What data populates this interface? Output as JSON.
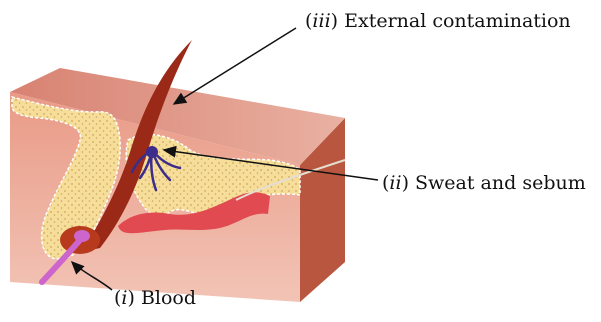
{
  "labels": {
    "external": {
      "numeral": "iii",
      "text": "External contamination"
    },
    "sweat": {
      "numeral": "ii",
      "text": "Sweat and sebum"
    },
    "blood": {
      "numeral": "i",
      "text": "Blood"
    }
  },
  "colors": {
    "skin_top": "#d9897a",
    "skin_front": "#e7a595",
    "skin_side": "#b8563f",
    "fat_layer": "#f6de9a",
    "hair": "#9a2a17",
    "bulb": "#b83a1c",
    "gland_vessel": "#e24a52",
    "sweat_gland": "#3c2c8c",
    "blood_vessel": "#cc66cc"
  }
}
